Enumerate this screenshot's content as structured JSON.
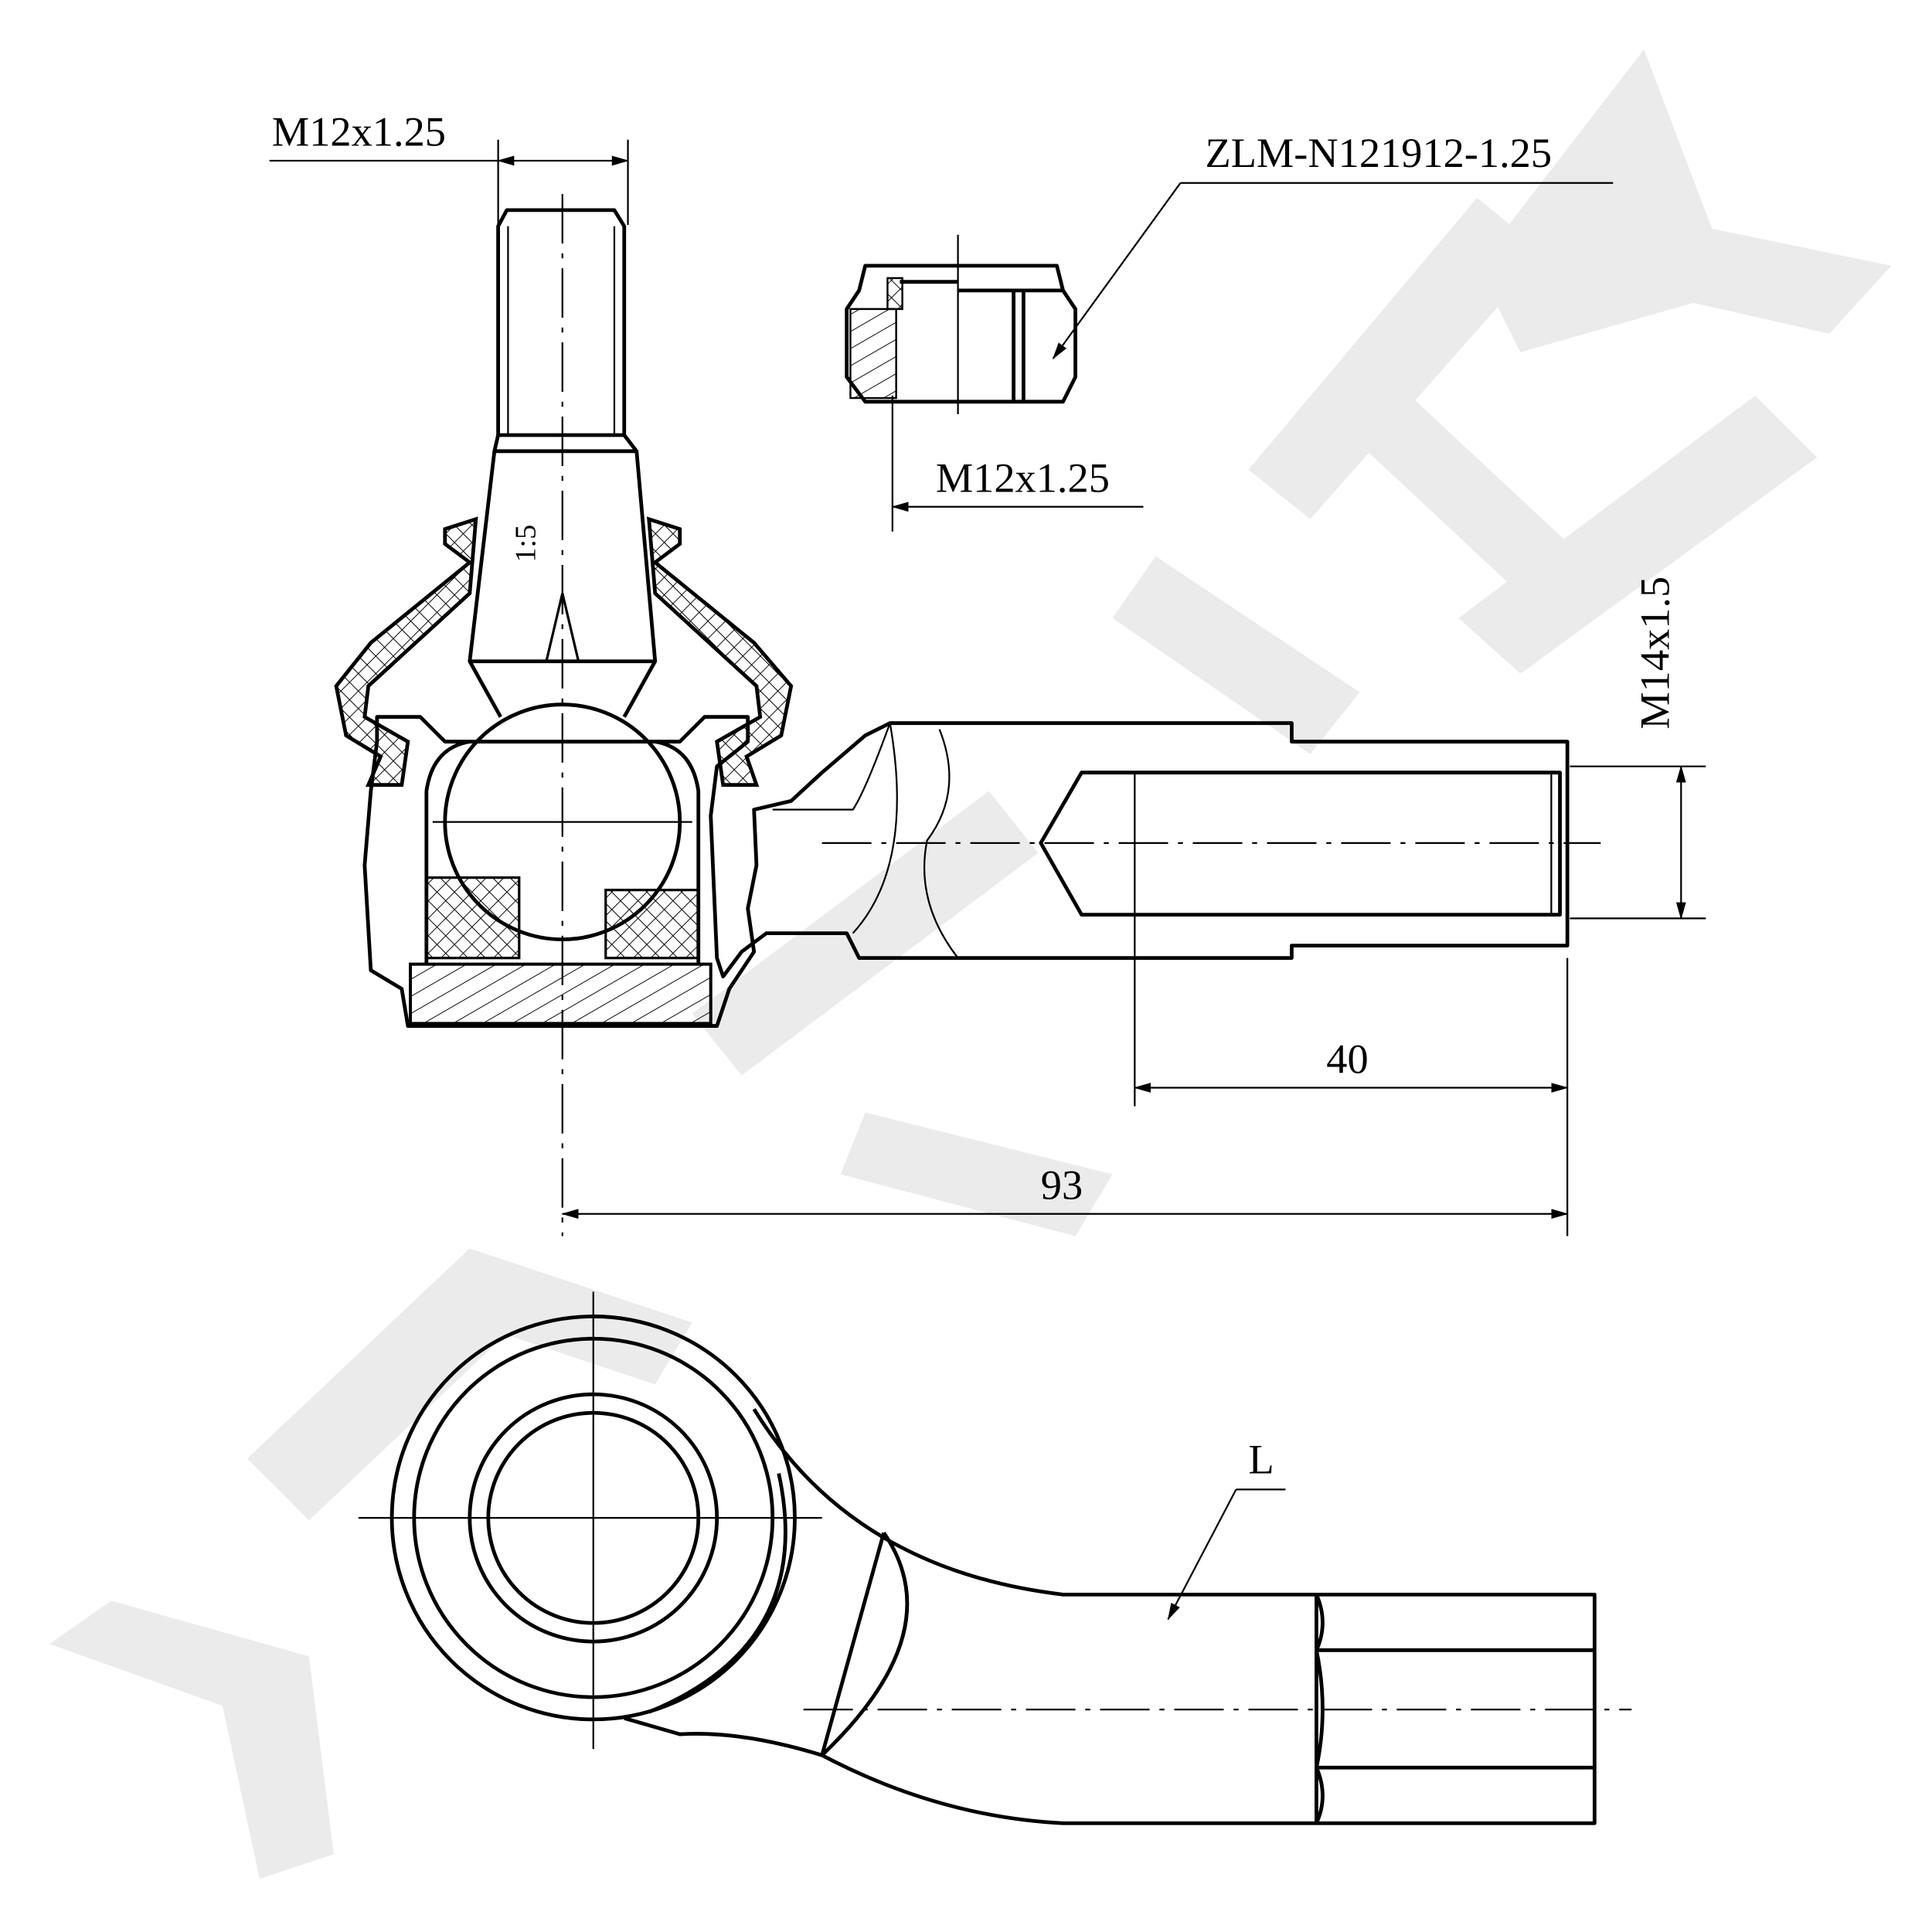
{
  "labels": {
    "stud_thread": "M12x1.25",
    "nut_part_number": "ZLM-N121912-1.25",
    "nut_thread": "M12x1.25",
    "shank_thread": "M14x1.5",
    "taper": "1:5",
    "thread_length": "40",
    "overall_length": "93",
    "length_mark": "L"
  },
  "colors": {
    "line": "#000000",
    "watermark": "#ebebeb"
  }
}
